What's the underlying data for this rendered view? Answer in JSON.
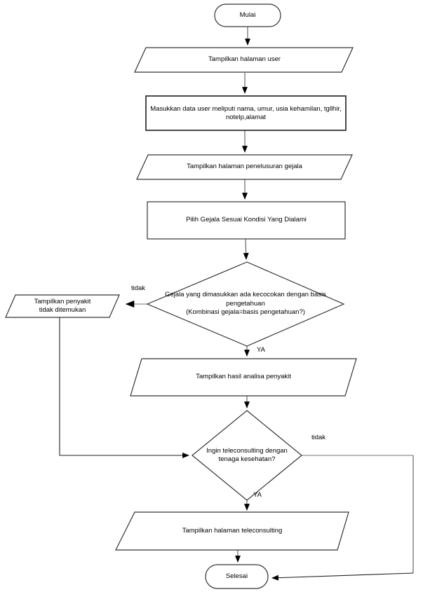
{
  "nodes": {
    "start": {
      "label": "Mulai"
    },
    "show_user_page": {
      "label": "Tampilkan halaman user"
    },
    "input_user_data": {
      "label": "Masukkan data user meliputi nama, umur, usia kehamilan, tgllhir,\nnotelp,alamat"
    },
    "show_search_page": {
      "label": "Tampilkan halaman penelusuran gejala"
    },
    "choose_symptoms": {
      "label": "Pilih Gejala Sesuai Kondisi Yang Dialami"
    },
    "match_decision": {
      "label": "Gejala yang dimasukkan ada kecocokan dengan basis\npengetahuan\n(Kombinasi gejala=basis pengetahuan?)"
    },
    "not_found": {
      "label": "Tampilkan penyakit\ntidak ditemukan"
    },
    "analysis_result": {
      "label": "Tampilkan hasil analisa penyakit"
    },
    "teleconsult_decision": {
      "label": "Ingin teleconsulting dengan\ntenaga kesehatan?"
    },
    "teleconsult_page": {
      "label": "Tampilkan halaman teleconsulting"
    },
    "end": {
      "label": "Selesai"
    }
  },
  "edges": {
    "match_no": "tidak",
    "match_yes": "YA",
    "teleconsult_no": "tidak",
    "teleconsult_yes": "YA"
  },
  "colors": {
    "shape_stroke": "#333333",
    "connector": "#595959",
    "connector_light": "#a3a3a3",
    "arrowhead": "#000000",
    "text": "#000000",
    "background": "#ffffff"
  }
}
